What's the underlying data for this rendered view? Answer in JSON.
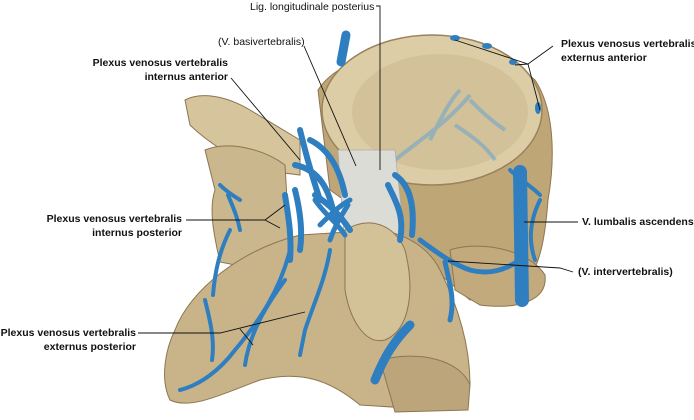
{
  "labels": {
    "lig_longitudinale": "Lig. longitudinale posterius",
    "v_basivertebralis": "(V. basivertebralis)",
    "internus_anterior": {
      "line1": "Plexus venosus vertebralis",
      "line2": "internus anterior"
    },
    "externus_anterior": {
      "line1": "Plexus venosus vertebralis",
      "line2": "externus anterior"
    },
    "internus_posterior": {
      "line1": "Plexus venosus vertebralis",
      "line2": "internus posterior"
    },
    "v_lumbalis": "V. lumbalis ascendens",
    "v_intervertebralis": "(V. intervertebralis)",
    "externus_posterior": {
      "line1": "Plexus venosus vertebralis",
      "line2": "externus posterior"
    }
  },
  "colors": {
    "bone": "#c9b48a",
    "bone_light": "#e3d6b4",
    "bone_dark": "#8d7550",
    "vein": "#2f7fc0",
    "vein_dark": "#1d5c92",
    "ligament": "#dcdcd6",
    "leader": "#111111"
  }
}
